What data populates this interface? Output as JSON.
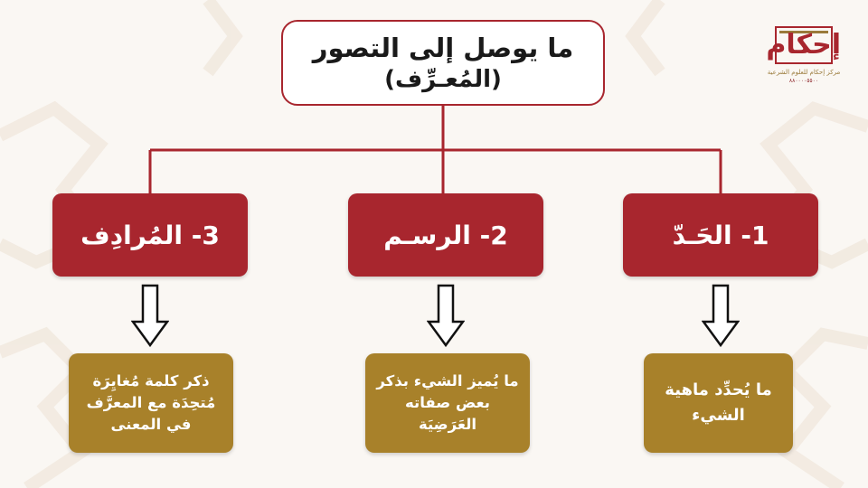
{
  "diagram": {
    "root": {
      "line1": "ما يوصل إلى التصور",
      "line2": "(المُعـرِّف)"
    },
    "branches": [
      {
        "label": "1- الحَـدّ",
        "description": [
          "ما يُحدِّد ماهية",
          "الشيء"
        ]
      },
      {
        "label": "2- الرسـم",
        "description": [
          "ما يُميز الشيء بذكر",
          "بعض صفاته",
          "العَرَضِيَة"
        ]
      },
      {
        "label": "3- المُرادِف",
        "description": [
          "ذكر كلمة مُغايِرَة",
          "مُتحِدَة مع المعرَّف",
          "في المعنى"
        ]
      }
    ]
  },
  "logo": {
    "word": "إحكام",
    "subtitle": "مركز إحكام للعلوم الشرعية",
    "number": "٨٨٠٠٠٠٥٥٠٠"
  },
  "colors": {
    "primary_red": "#a8262e",
    "gold": "#a8812a",
    "background": "#faf7f3"
  }
}
